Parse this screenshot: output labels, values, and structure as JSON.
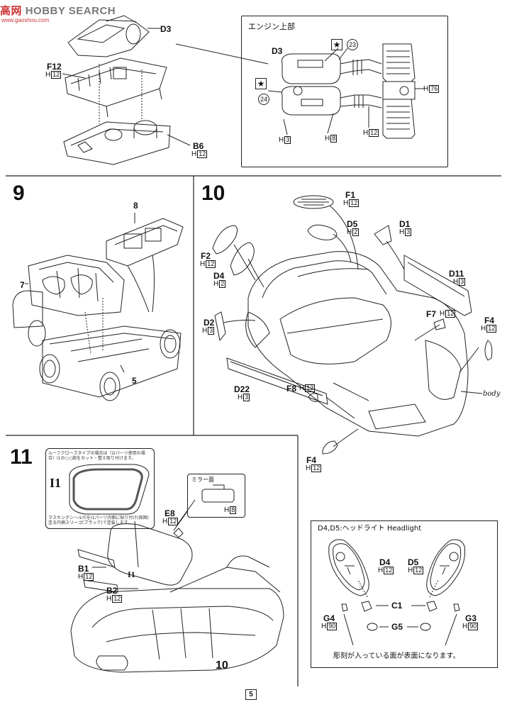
{
  "watermark": {
    "logo_text": "高",
    "logo_text2": "网",
    "brand": "HOBBY SEARCH",
    "url": "www.gaoshou.com"
  },
  "page_number": "5",
  "step_top": {
    "inset_title": "エンジン上部",
    "callouts": [
      {
        "id": "D3",
        "paint": "",
        "code": ""
      },
      {
        "id": "F12",
        "paint": "H",
        "code": "12"
      },
      {
        "id": "B6",
        "paint": "H",
        "code": "12"
      }
    ],
    "inset_callouts": [
      {
        "id": "D3",
        "paint": "",
        "code": ""
      },
      {
        "id": "23",
        "paint": "",
        "code": ""
      },
      {
        "id": "24",
        "paint": "",
        "code": ""
      },
      {
        "id": "H76",
        "paint": "H",
        "code": "76"
      },
      {
        "id": "H3",
        "paint": "H",
        "code": "3"
      },
      {
        "id": "H8",
        "paint": "H",
        "code": "8"
      },
      {
        "id": "H12",
        "paint": "H",
        "code": "12"
      }
    ]
  },
  "step9": {
    "number": "9",
    "callouts": [
      "8",
      "7",
      "5"
    ]
  },
  "step10": {
    "number": "10",
    "callouts": [
      {
        "id": "F1",
        "paint": "H",
        "code": "12"
      },
      {
        "id": "D5",
        "paint": "H",
        "code": "2"
      },
      {
        "id": "D1",
        "paint": "H",
        "code": "3"
      },
      {
        "id": "F2",
        "paint": "H",
        "code": "12"
      },
      {
        "id": "D4",
        "paint": "H",
        "code": "2"
      },
      {
        "id": "D11",
        "paint": "H",
        "code": "3"
      },
      {
        "id": "F7",
        "paint": "H",
        "code": "12"
      },
      {
        "id": "F4",
        "paint": "H",
        "code": "12"
      },
      {
        "id": "D2",
        "paint": "H",
        "code": "3"
      },
      {
        "id": "D22",
        "paint": "H",
        "code": "3"
      },
      {
        "id": "F8",
        "paint": "H",
        "code": "12"
      },
      {
        "id": "F4b",
        "label": "F4",
        "paint": "H",
        "code": "12"
      }
    ],
    "body_label": "body"
  },
  "step11": {
    "number": "11",
    "note_top": "ルーフクローズタイプの場合は（I2パーツ使用の場合）I1の○○部をカット・整え取り付けます。",
    "note_bottom": "マスキングシール⑫をI1パーツ内側に貼り付け(周囲)塗る内側スリーゴ(ブラック)で塗装します。",
    "window_part": "I1",
    "mirror_title": "ミラー面",
    "mirror_paint": "H",
    "mirror_code": "8",
    "callouts": [
      {
        "id": "E8",
        "paint": "H",
        "code": "12"
      },
      {
        "id": "B1",
        "paint": "H",
        "code": "12"
      },
      {
        "id": "I1",
        "paint": "",
        "code": ""
      },
      {
        "id": "B2",
        "paint": "H",
        "code": "12"
      }
    ],
    "step_ref": "10"
  },
  "headlight_box": {
    "title": "D4,D5:ヘッドライト Headlight",
    "callouts": [
      {
        "id": "D4",
        "paint": "H",
        "code": "12"
      },
      {
        "id": "D5",
        "paint": "H",
        "code": "12"
      },
      {
        "id": "C1",
        "paint": "",
        "code": ""
      },
      {
        "id": "G4",
        "paint": "H",
        "code": "90"
      },
      {
        "id": "G5",
        "paint": "",
        "code": ""
      },
      {
        "id": "G3",
        "paint": "H",
        "code": "90"
      }
    ],
    "note": "彫刻が入っている面が表面になります。"
  }
}
